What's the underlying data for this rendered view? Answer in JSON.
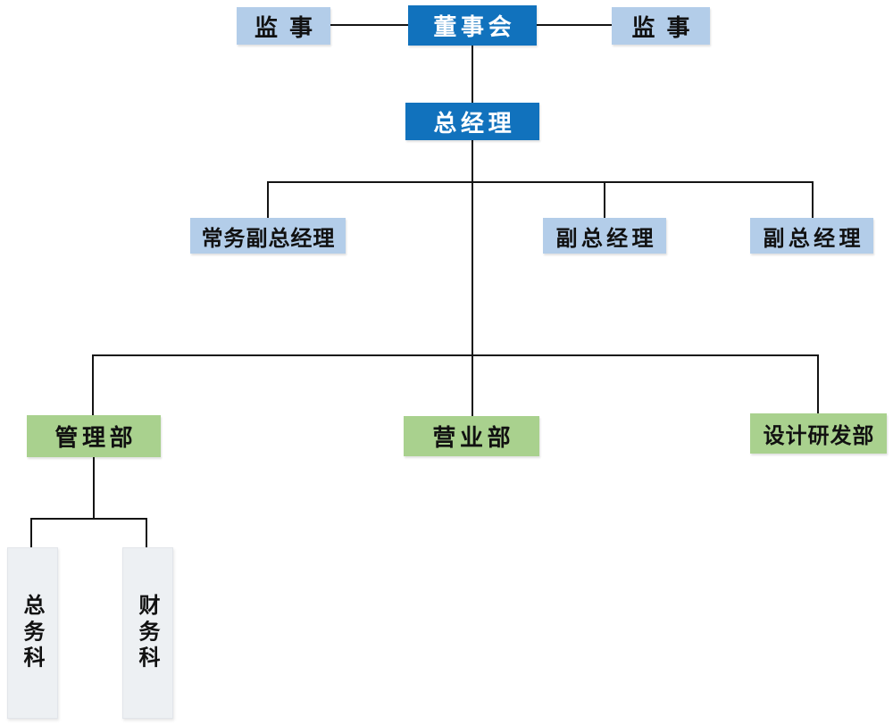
{
  "org_chart": {
    "nodes": {
      "supervisor_left": "监事",
      "board": "董事会",
      "supervisor_right": "监事",
      "general_manager": "总经理",
      "exec_deputy_gm": "常务副总经理",
      "deputy_gm_1": "副总经理",
      "deputy_gm_2": "副总经理",
      "dept_management": "管理部",
      "dept_sales": "营业部",
      "dept_design_rd": "设计研发部",
      "sec_general_affairs": "总务科",
      "sec_finance": "财务科"
    },
    "colors": {
      "primary_blue": "#1172bd",
      "light_blue": "#b3cde9",
      "green": "#a9d18e",
      "gray_box": "#edf0f3",
      "line": "#141414",
      "text_dark": "#111111",
      "text_light": "#ffffff",
      "page_bg": "#ffffff"
    }
  }
}
